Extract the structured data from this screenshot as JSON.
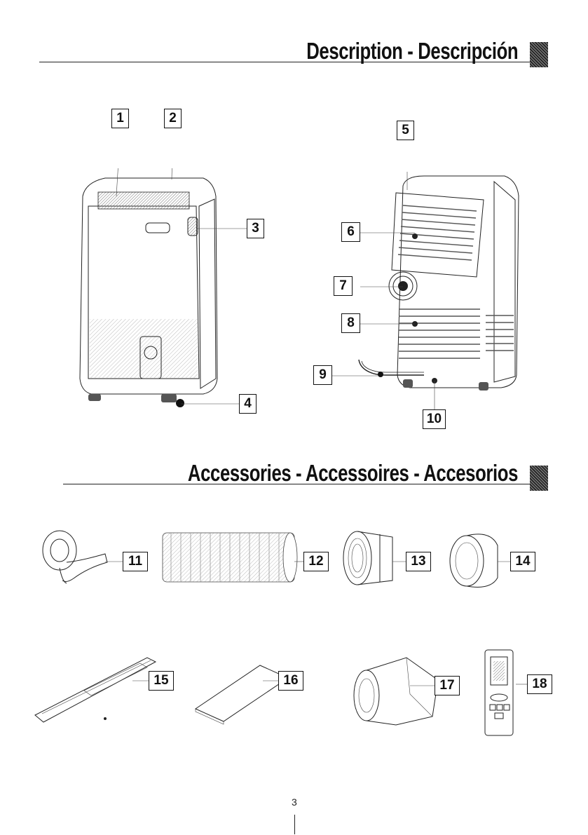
{
  "sections": {
    "description": {
      "title": "Description - Descripción"
    },
    "accessories": {
      "title": "Accessories - Accessoires - Accesorios"
    }
  },
  "callouts": [
    "1",
    "2",
    "3",
    "4",
    "5",
    "6",
    "7",
    "8",
    "9",
    "10",
    "11",
    "12",
    "13",
    "14",
    "15",
    "16",
    "17",
    "18"
  ],
  "page_number": "3",
  "colors": {
    "ink": "#111111",
    "block": "#444444"
  }
}
